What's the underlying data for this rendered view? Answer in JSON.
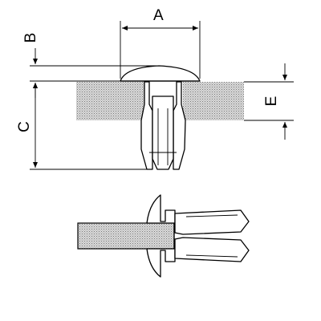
{
  "dimensions": {
    "a": "A",
    "b": "B",
    "c": "C",
    "e": "E"
  },
  "views": [
    "front-section-view",
    "side-view"
  ]
}
